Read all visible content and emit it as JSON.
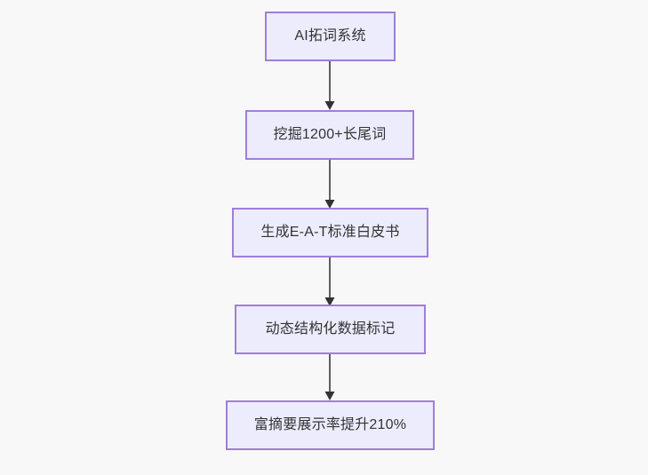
{
  "diagram": {
    "type": "flowchart",
    "orientation": "top-to-bottom",
    "background_color": "#f8f8f9",
    "node_fill_color": "#ececfd",
    "node_border_color": "#9f7fd6",
    "node_text_color": "#333333",
    "edge_line_color": "#5f5f5f",
    "edge_arrow_color": "#333333",
    "nodes": [
      {
        "id": "node-1",
        "label": "AI拓词系统"
      },
      {
        "id": "node-2",
        "label": "挖掘1200+长尾词"
      },
      {
        "id": "node-3",
        "label": "生成E-A-T标准白皮书"
      },
      {
        "id": "node-4",
        "label": "动态结构化数据标记"
      },
      {
        "id": "node-5",
        "label": "富摘要展示率提升210%"
      }
    ],
    "edges": [
      {
        "id": "edge-1",
        "from": "node-1",
        "to": "node-2"
      },
      {
        "id": "edge-2",
        "from": "node-2",
        "to": "node-3"
      },
      {
        "id": "edge-3",
        "from": "node-3",
        "to": "node-4"
      },
      {
        "id": "edge-4",
        "from": "node-4",
        "to": "node-5"
      }
    ]
  }
}
